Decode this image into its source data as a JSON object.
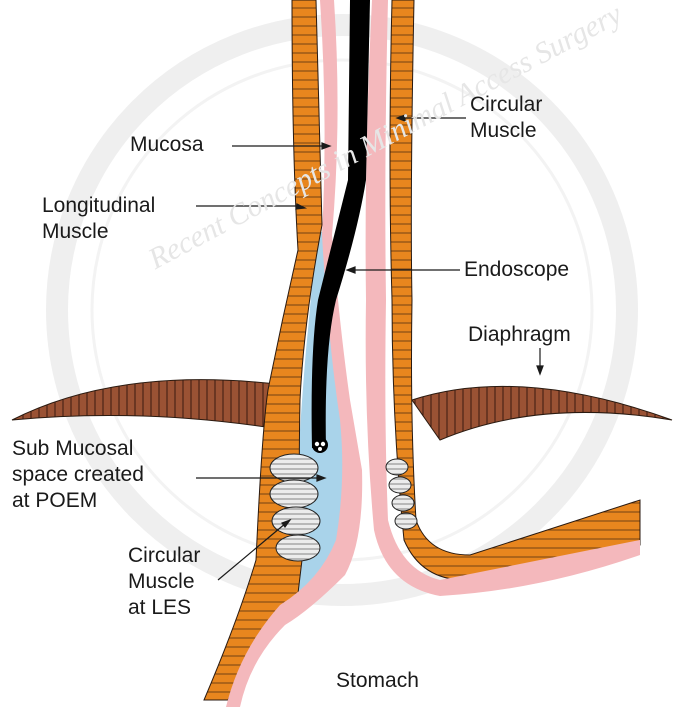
{
  "labels": {
    "mucosa": "Mucosa",
    "longitudinal_line1": "Longitudinal",
    "longitudinal_line2": "Muscle",
    "circular_line1": "Circular",
    "circular_line2": "Muscle",
    "endoscope": "Endoscope",
    "diaphragm": "Diaphragm",
    "submucosal_line1": "Sub Mucosal",
    "submucosal_line2": "space created",
    "submucosal_line3": "at POEM",
    "les_line1": "Circular",
    "les_line2": "Muscle",
    "les_line3": "at LES",
    "stomach": "Stomach"
  },
  "watermark": "Recent Concepts in Minimal Access Surgery",
  "colors": {
    "muscle": "#e8861e",
    "diaphragm": "#9a5234",
    "mucosa": "#f4b8bc",
    "submucosal_space": "#a9d3ea",
    "endoscope": "#000000",
    "les_fibers": "#e7e7e7"
  }
}
